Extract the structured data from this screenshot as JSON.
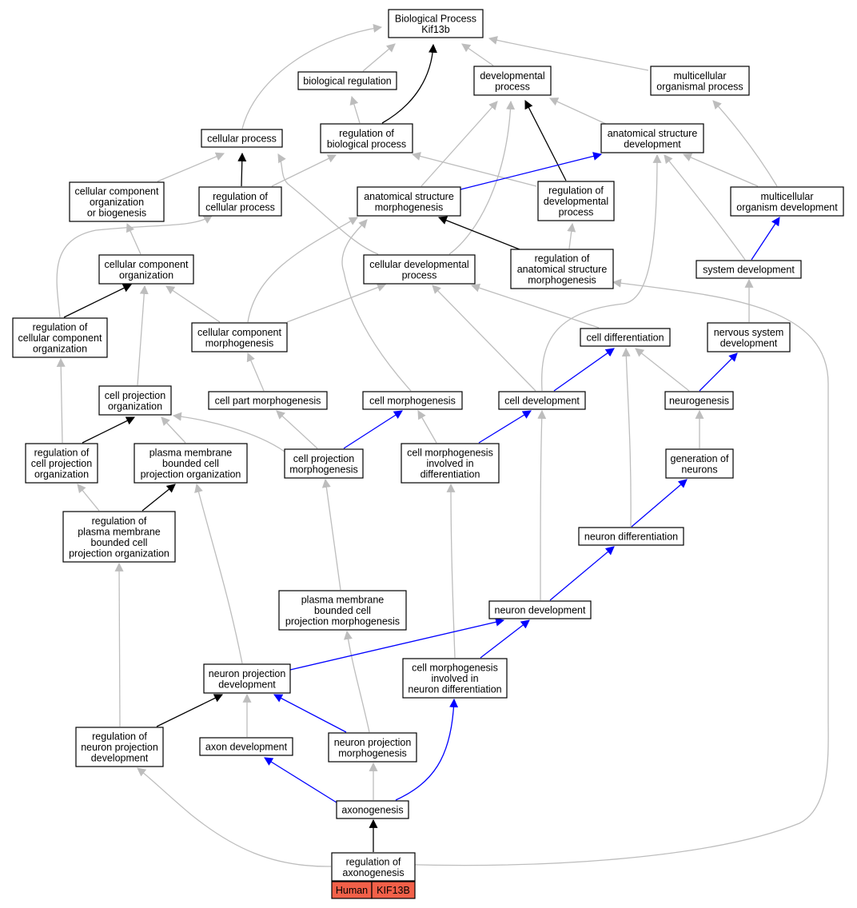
{
  "colors": {
    "black": "#000000",
    "blue": "#0000ff",
    "gray": "#bdbdbd",
    "tag": "#f26049"
  },
  "nodes": {
    "bp": {
      "lines": [
        "Biological Process",
        "Kif13b"
      ]
    },
    "breg": {
      "lines": [
        "biological regulation"
      ]
    },
    "dev": {
      "lines": [
        "developmental",
        "process"
      ]
    },
    "mop": {
      "lines": [
        "multicellular",
        "organismal process"
      ]
    },
    "cp": {
      "lines": [
        "cellular process"
      ]
    },
    "rbp": {
      "lines": [
        "regulation of",
        "biological process"
      ]
    },
    "asd": {
      "lines": [
        "anatomical structure",
        "development"
      ]
    },
    "ccob": {
      "lines": [
        "cellular component",
        "organization",
        "or biogenesis"
      ]
    },
    "rcp": {
      "lines": [
        "regulation of",
        "cellular process"
      ]
    },
    "asm": {
      "lines": [
        "anatomical structure",
        "morphogenesis"
      ]
    },
    "rdp": {
      "lines": [
        "regulation of",
        "developmental",
        "process"
      ]
    },
    "mod": {
      "lines": [
        "multicellular",
        "organism development"
      ]
    },
    "cco": {
      "lines": [
        "cellular component",
        "organization"
      ]
    },
    "cdp": {
      "lines": [
        "cellular developmental",
        "process"
      ]
    },
    "rasm": {
      "lines": [
        "regulation of",
        "anatomical structure",
        "morphogenesis"
      ]
    },
    "sysd": {
      "lines": [
        "system development"
      ]
    },
    "rcco": {
      "lines": [
        "regulation of",
        "cellular component",
        "organization"
      ]
    },
    "ccm": {
      "lines": [
        "cellular component",
        "morphogenesis"
      ]
    },
    "cdiff": {
      "lines": [
        "cell differentiation"
      ]
    },
    "nsd": {
      "lines": [
        "nervous system",
        "development"
      ]
    },
    "cpo": {
      "lines": [
        "cell projection",
        "organization"
      ]
    },
    "cpm": {
      "lines": [
        "cell part morphogenesis"
      ]
    },
    "cm": {
      "lines": [
        "cell morphogenesis"
      ]
    },
    "cdev": {
      "lines": [
        "cell development"
      ]
    },
    "ngen": {
      "lines": [
        "neurogenesis"
      ]
    },
    "rcpo": {
      "lines": [
        "regulation of",
        "cell projection",
        "organization"
      ]
    },
    "pmbcpo": {
      "lines": [
        "plasma membrane",
        "bounded cell",
        "projection organization"
      ]
    },
    "cprojm": {
      "lines": [
        "cell projection",
        "morphogenesis"
      ]
    },
    "cmid": {
      "lines": [
        "cell morphogenesis",
        "involved in",
        "differentiation"
      ]
    },
    "genn": {
      "lines": [
        "generation of",
        "neurons"
      ]
    },
    "rpmbcpo": {
      "lines": [
        "regulation of",
        "plasma membrane",
        "bounded cell",
        "projection organization"
      ]
    },
    "ndiff": {
      "lines": [
        "neuron differentiation"
      ]
    },
    "pmbcpm": {
      "lines": [
        "plasma membrane",
        "bounded cell",
        "projection morphogenesis"
      ]
    },
    "ndev": {
      "lines": [
        "neuron development"
      ]
    },
    "npd": {
      "lines": [
        "neuron projection",
        "development"
      ]
    },
    "cmind": {
      "lines": [
        "cell morphogenesis",
        "involved in",
        "neuron differentiation"
      ]
    },
    "rnpd": {
      "lines": [
        "regulation of",
        "neuron projection",
        "development"
      ]
    },
    "axd": {
      "lines": [
        "axon development"
      ]
    },
    "npm": {
      "lines": [
        "neuron projection",
        "morphogenesis"
      ]
    },
    "axg": {
      "lines": [
        "axonogenesis"
      ]
    },
    "rax": {
      "lines": [
        "regulation of",
        "axonogenesis"
      ]
    }
  },
  "tags": {
    "species": "Human",
    "gene": "KIF13B"
  }
}
